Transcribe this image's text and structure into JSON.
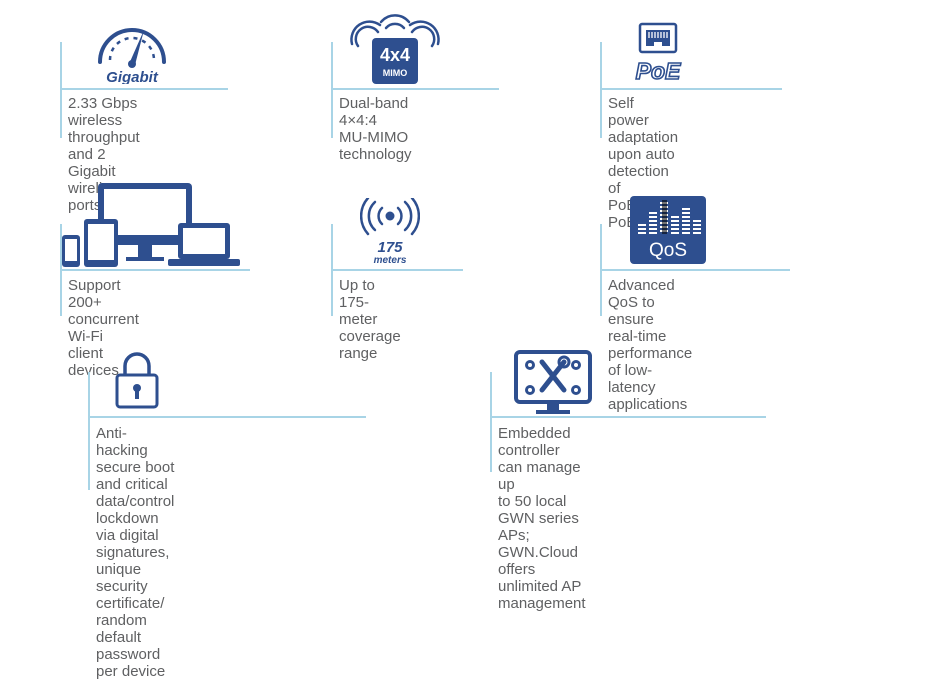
{
  "colors": {
    "icon_blue": "#2e4f8f",
    "line_blue": "#a8d4e6",
    "text_gray": "#5f6062"
  },
  "features": [
    {
      "icon": "speedometer-icon",
      "icon_label": "Gigabit",
      "text": "2.33 Gbps wireless\nthroughput and 2\nGigabit wireline ports"
    },
    {
      "icon": "mimo-icon",
      "icon_label_top": "4x4",
      "icon_label_bottom": "MIMO",
      "text": "Dual-band 4×4:4\nMU-MIMO technology"
    },
    {
      "icon": "ethernet-port-icon",
      "icon_label": "PoE",
      "text": "Self power adaptation\nupon auto detection of\nPoE or PoE+"
    },
    {
      "icon": "devices-icon",
      "text": "Support 200+ concurrent\nWi-Fi client devices"
    },
    {
      "icon": "range-signal-icon",
      "icon_label_top": "175",
      "icon_label_bottom": "meters",
      "text": "Up to 175-meter\ncoverage range"
    },
    {
      "icon": "qos-equalizer-icon",
      "icon_label": "QoS",
      "text": "Advanced QoS to ensure\nreal-time performance\nof low-latency applications"
    },
    {
      "icon": "padlock-icon",
      "text": "Anti-hacking secure boot and critical\ndata/control lockdown via digital\nsignatures, unique security certificate/\nrandom default password per device"
    },
    {
      "icon": "controller-tools-icon",
      "text": "Embedded controller can manage up\nto 50 local GWN series APs; GWN.Cloud\noffers unlimited AP management"
    }
  ]
}
